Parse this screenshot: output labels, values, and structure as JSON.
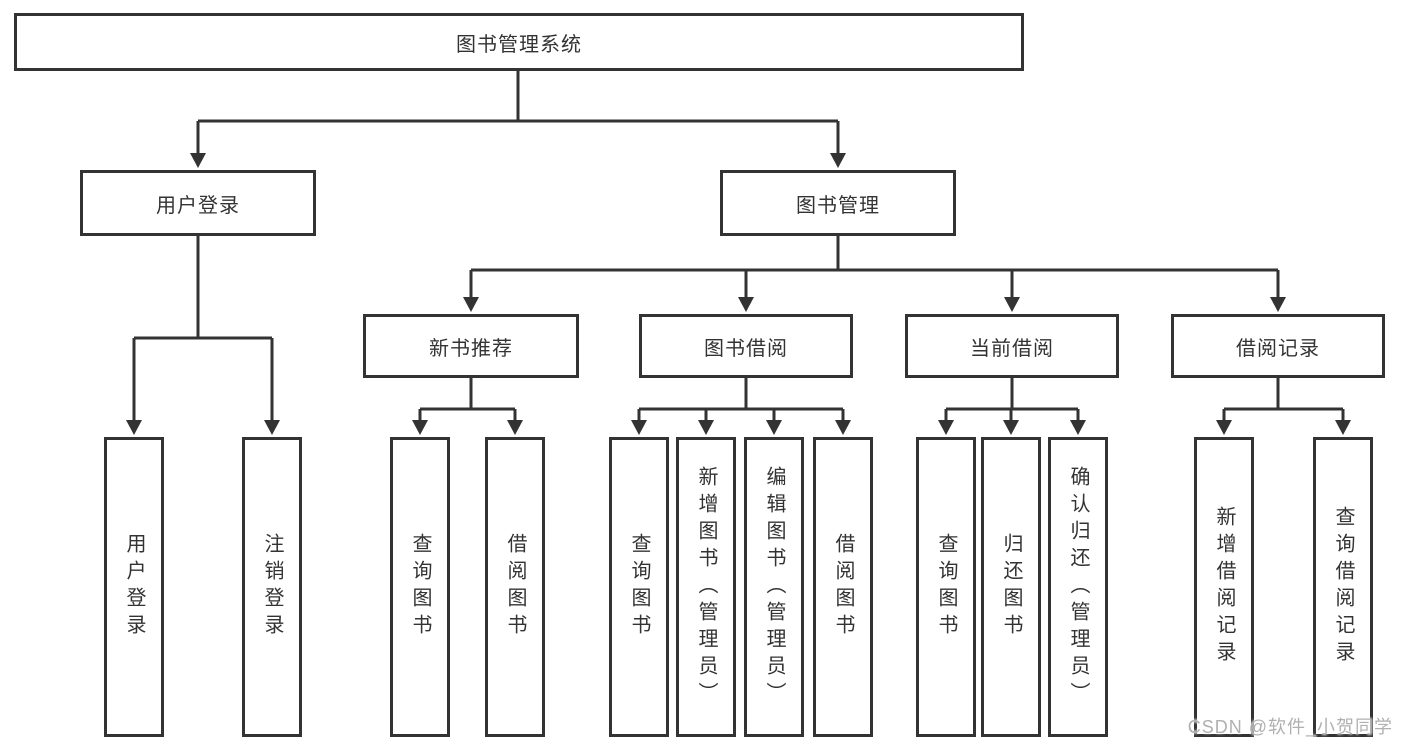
{
  "watermark": "CSDN @软件_小贺同学",
  "colors": {
    "line": "#333333",
    "text": "#333333",
    "box_background": "#ffffff",
    "watermark": "#b0b0b0"
  },
  "tree": {
    "root": {
      "label": "图书管理系统"
    },
    "branches": [
      {
        "label": "用户登录",
        "children": [
          {
            "label": "用户登录"
          },
          {
            "label": "注销登录"
          }
        ]
      },
      {
        "label": "图书管理",
        "children": [
          {
            "label": "新书推荐",
            "children": [
              {
                "label": "查询图书"
              },
              {
                "label": "借阅图书"
              }
            ]
          },
          {
            "label": "图书借阅",
            "children": [
              {
                "label": "查询图书"
              },
              {
                "label": "新增图书（管理员）"
              },
              {
                "label": "编辑图书（管理员）"
              },
              {
                "label": "借阅图书"
              }
            ]
          },
          {
            "label": "当前借阅",
            "children": [
              {
                "label": "查询图书"
              },
              {
                "label": "归还图书"
              },
              {
                "label": "确认归还（管理员）"
              }
            ]
          },
          {
            "label": "借阅记录",
            "children": [
              {
                "label": "新增借阅记录"
              },
              {
                "label": "查询借阅记录"
              }
            ]
          }
        ]
      }
    ]
  }
}
